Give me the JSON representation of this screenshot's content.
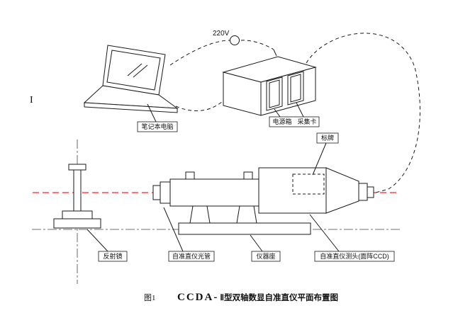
{
  "figure": {
    "voltage": "220V",
    "stray_mark": "I",
    "labels": {
      "laptop": "笔记本电脑",
      "power_box": "电源箱",
      "capture_card": "采集卡",
      "target_plate": "标牌",
      "reflector": "反射镜",
      "collimator_tube": "自准直仪光管",
      "instrument_base": "仪器座",
      "sensor_head": "自准直仪测头(面阵CCD)"
    },
    "caption": {
      "figure_no": "图1",
      "title_latin": "CCDA-",
      "title_rest": "Ⅱ型双轴数显自准直仪平面布置图"
    },
    "colors": {
      "line": "#1a1a1a",
      "axis": "#ff2020"
    }
  }
}
